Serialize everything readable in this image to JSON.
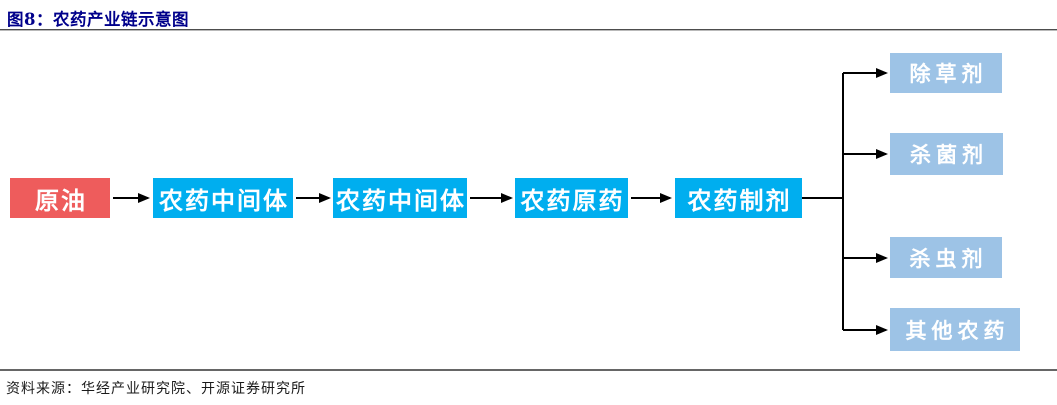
{
  "header": {
    "title": "图8：农药产业链示意图"
  },
  "diagram": {
    "chain": [
      {
        "label": "原油"
      },
      {
        "label": "农药中间体"
      },
      {
        "label": "农药中间体"
      },
      {
        "label": "农药原药"
      },
      {
        "label": "农药制剂"
      }
    ],
    "branches": [
      {
        "label": "除草剂"
      },
      {
        "label": "杀菌剂"
      },
      {
        "label": "杀虫剂"
      },
      {
        "label": "其他农药"
      }
    ]
  },
  "footer": {
    "source": "资料来源：华经产业研究院、开源证券研究所"
  },
  "colors": {
    "title-color": "#00008B",
    "chain-start": "#EE5C5C",
    "chain-primary": "#00AEEF",
    "branch-fill": "#9DC3E6",
    "connector": "#000000",
    "rule-top": "#4d4d4d",
    "rule-bottom": "#666666",
    "source-color": "#1a1a1a"
  }
}
